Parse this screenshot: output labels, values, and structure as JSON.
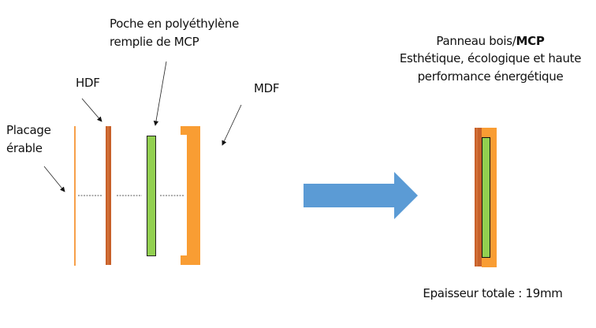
{
  "labels": {
    "poche_line1": "Poche en polyéthylène",
    "poche_line2": "remplie de MCP",
    "hdf": "HDF",
    "mdf": "MDF",
    "placage_line1": "Placage",
    "placage_line2": "érable"
  },
  "result": {
    "title_prefix": "Panneau bois/",
    "title_bold": "MCP",
    "line2": "Esthétique, écologique et haute",
    "line3": "performance énergétique",
    "thickness": "Epaisseur totale : 19mm"
  },
  "colors": {
    "placage": "#f7a04a",
    "hdf": "#c8612a",
    "pcm": "#92d050",
    "mdf": "#f99d33",
    "arrow": "#5b9bd5"
  }
}
